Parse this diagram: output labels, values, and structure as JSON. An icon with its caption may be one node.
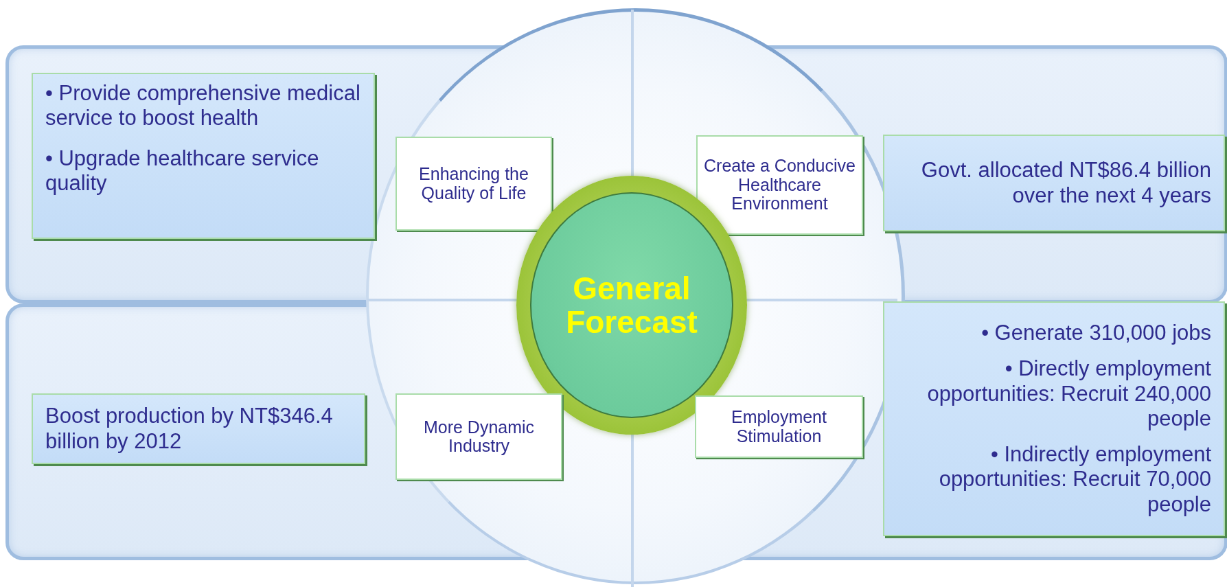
{
  "diagram": {
    "nodes": [
      {
        "text": [
          "• Provide comprehensive medical service to boost health",
          "• Upgrade healthcare service quality"
        ]
      },
      {
        "text": [
          "Enhancing the Quality of Life"
        ]
      },
      {
        "text": [
          "Create a Conducive Healthcare Environment"
        ]
      },
      {
        "text": [
          "Govt. allocated NT$86.4 billion over the next 4 years"
        ]
      },
      {
        "text": [
          "General Forecast"
        ]
      },
      {
        "text": [
          "Boost production by NT$346.4 billion by 2012"
        ]
      },
      {
        "text": [
          "More Dynamic Industry"
        ]
      },
      {
        "text": [
          "Employment Stimulation"
        ]
      },
      {
        "text": [
          "• Generate 310,000 jobs",
          "• Directly employment opportunities: Recruit 240,000 people",
          "• Indirectly employment opportunities: Recruit 70,000 people"
        ]
      }
    ]
  }
}
